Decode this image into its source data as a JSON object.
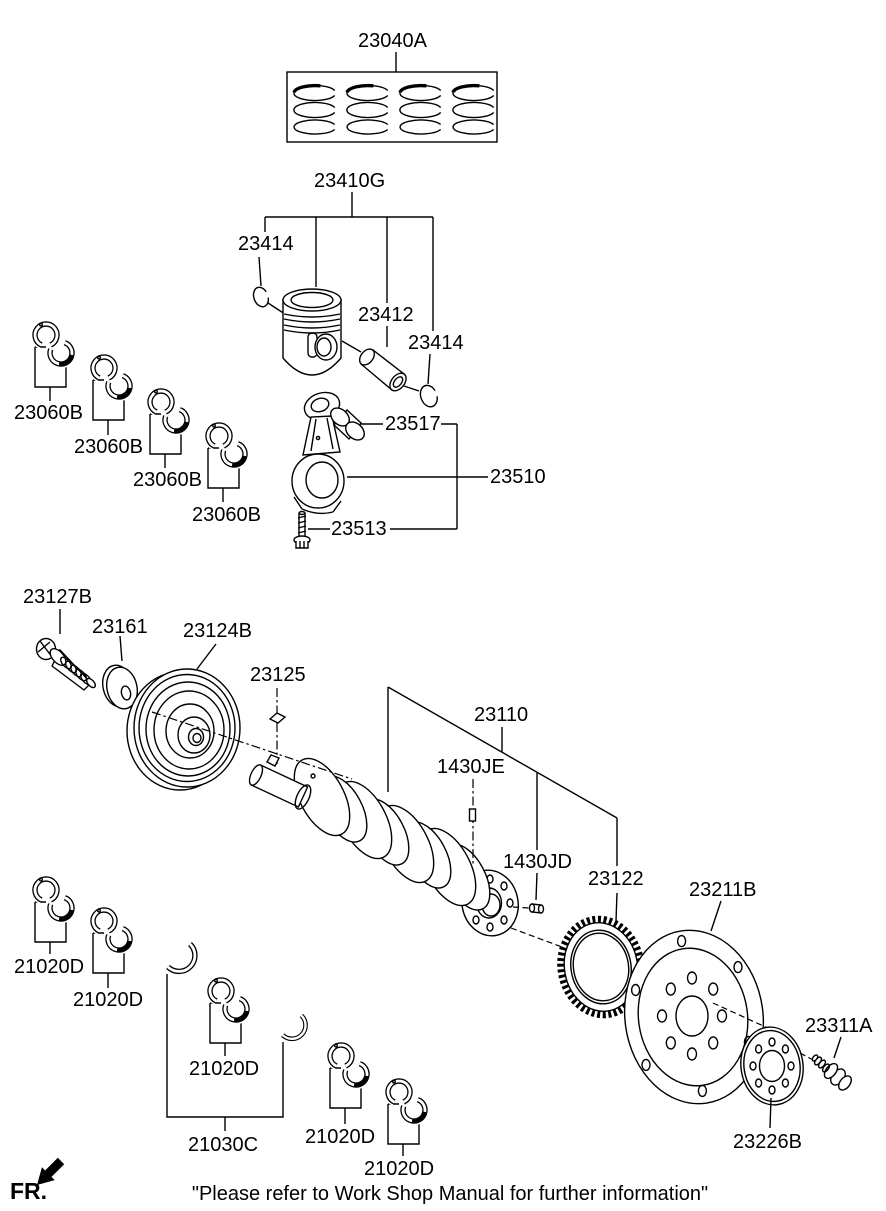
{
  "parts": {
    "piston_ring_set": "23040A",
    "piston_assembly": "23410G",
    "snap_ring_left": "23414",
    "piston_pin": "23412",
    "snap_ring_right": "23414",
    "rod_bushing": "23517",
    "connecting_rod": "23510",
    "rod_bolt": "23513",
    "rod_bearing_1": "23060B",
    "rod_bearing_2": "23060B",
    "rod_bearing_3": "23060B",
    "rod_bearing_4": "23060B",
    "pulley_bolt": "23127B",
    "pulley_washer": "23161",
    "crankshaft_pulley": "23124B",
    "pulley_key": "23125",
    "crankshaft": "23110",
    "crank_pin": "1430JE",
    "crank_dowel": "1430JD",
    "crank_position_gear": "23122",
    "drive_plate": "23211B",
    "drive_plate_bolt": "23311A",
    "adapter_plate": "23226B",
    "main_bearing_1": "21020D",
    "main_bearing_2": "21020D",
    "main_bearing_3": "21020D",
    "main_bearing_4": "21020D",
    "main_bearing_5": "21020D",
    "main_bearing_set": "21030C"
  },
  "footer": {
    "front_label": "FR.",
    "note": "\"Please refer to Work Shop Manual for further information\""
  }
}
